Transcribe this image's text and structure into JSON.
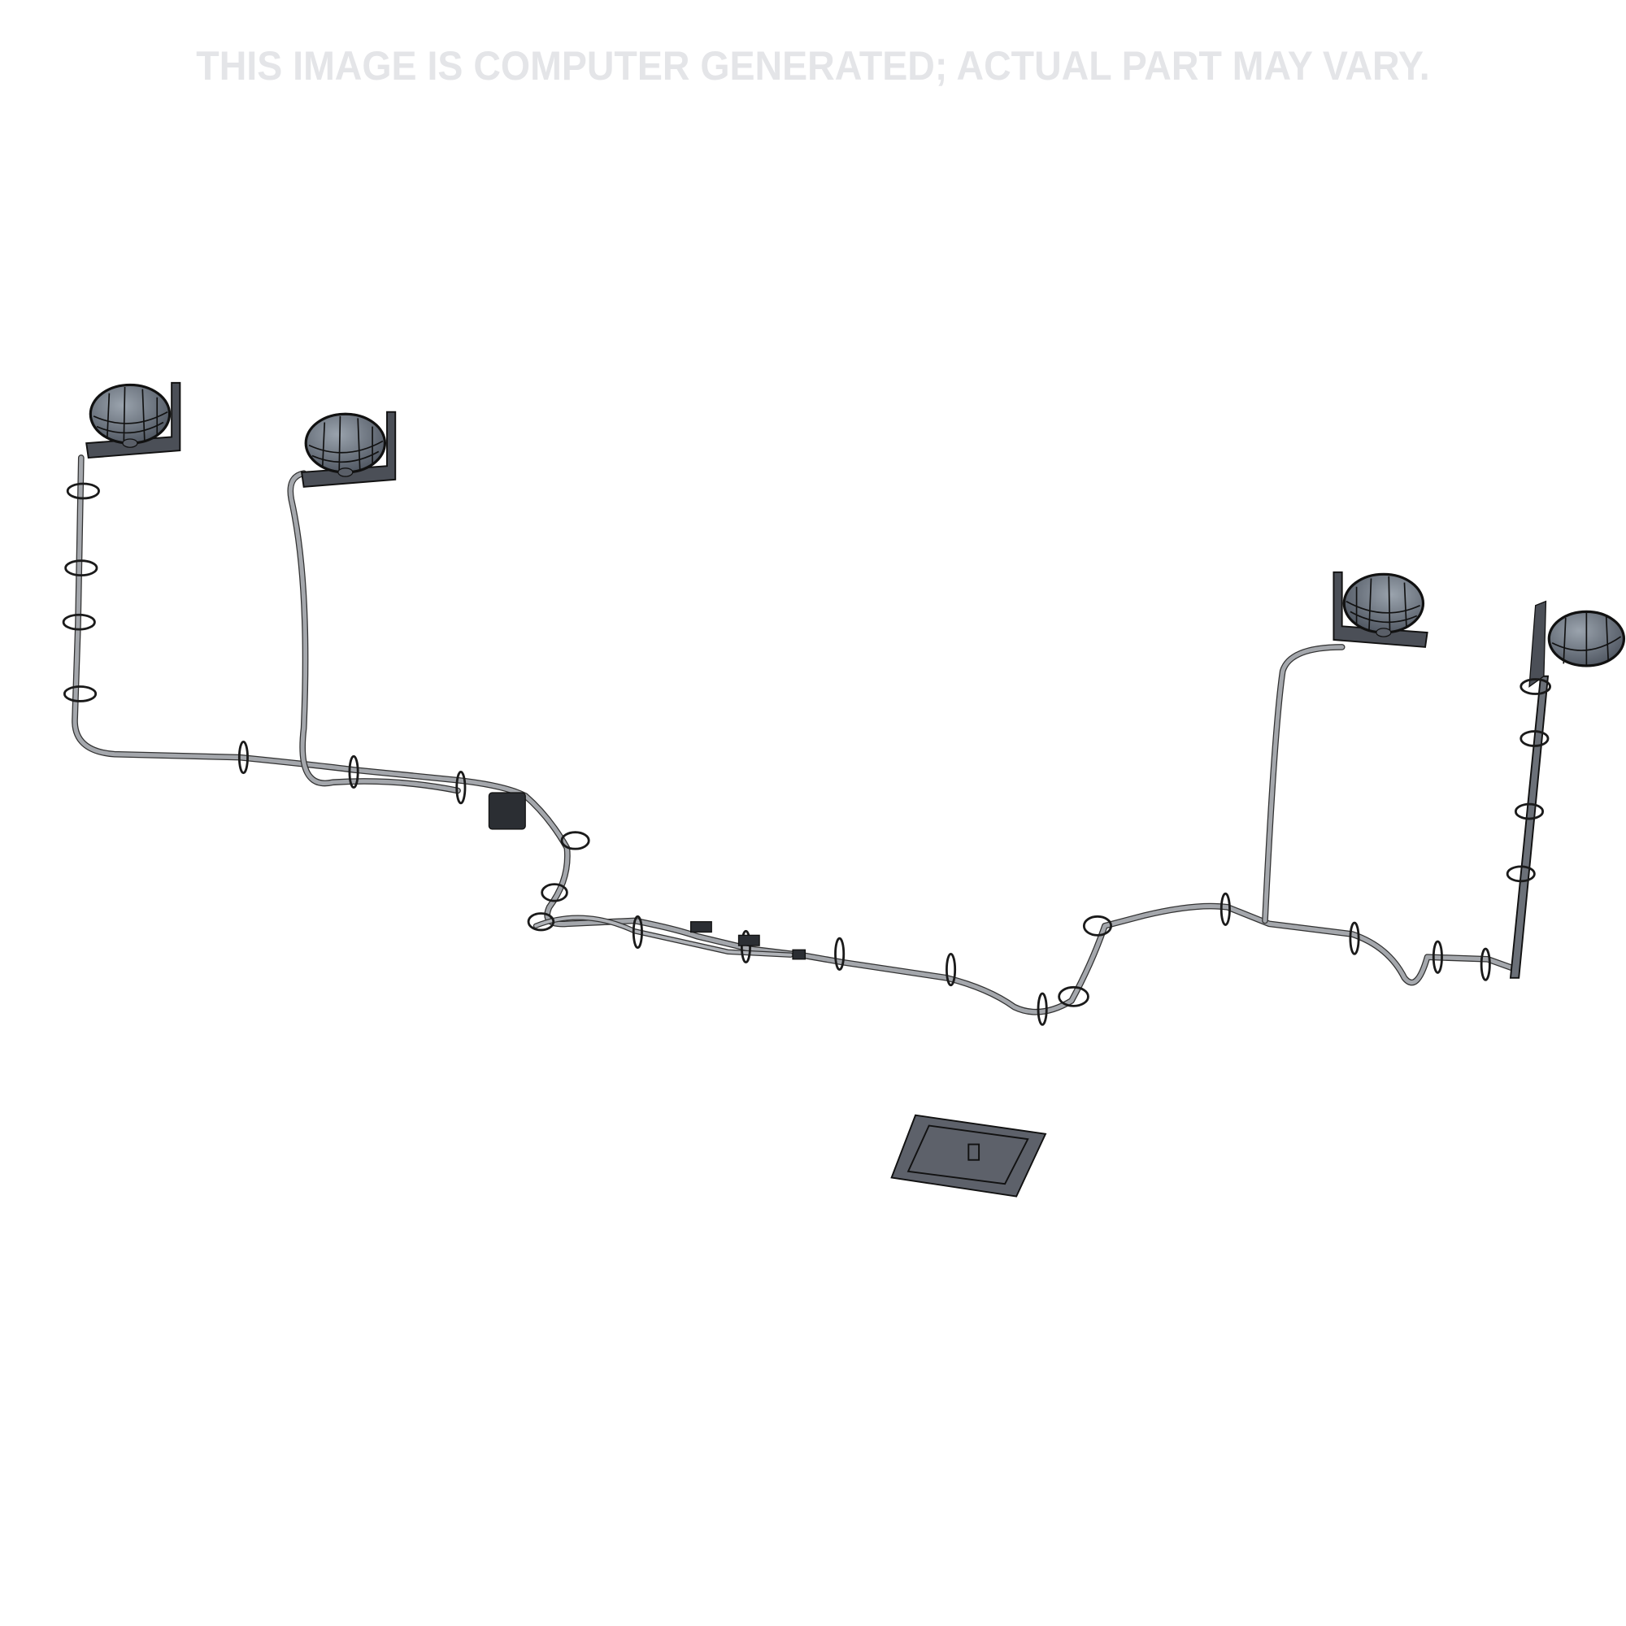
{
  "disclaimer": "THIS IMAGE IS COMPUTER GENERATED; ACTUAL PART MAY VARY.",
  "colors": {
    "harness": "#9a9ca0",
    "lamp": "#6b7280",
    "bracket": "#4b4f57",
    "outline": "#1a1a1a",
    "watermark": "#e4e5e8"
  },
  "parts": [
    "lamp-1",
    "lamp-2",
    "lamp-3",
    "lamp-4",
    "wiring-harness",
    "switch-plate"
  ]
}
